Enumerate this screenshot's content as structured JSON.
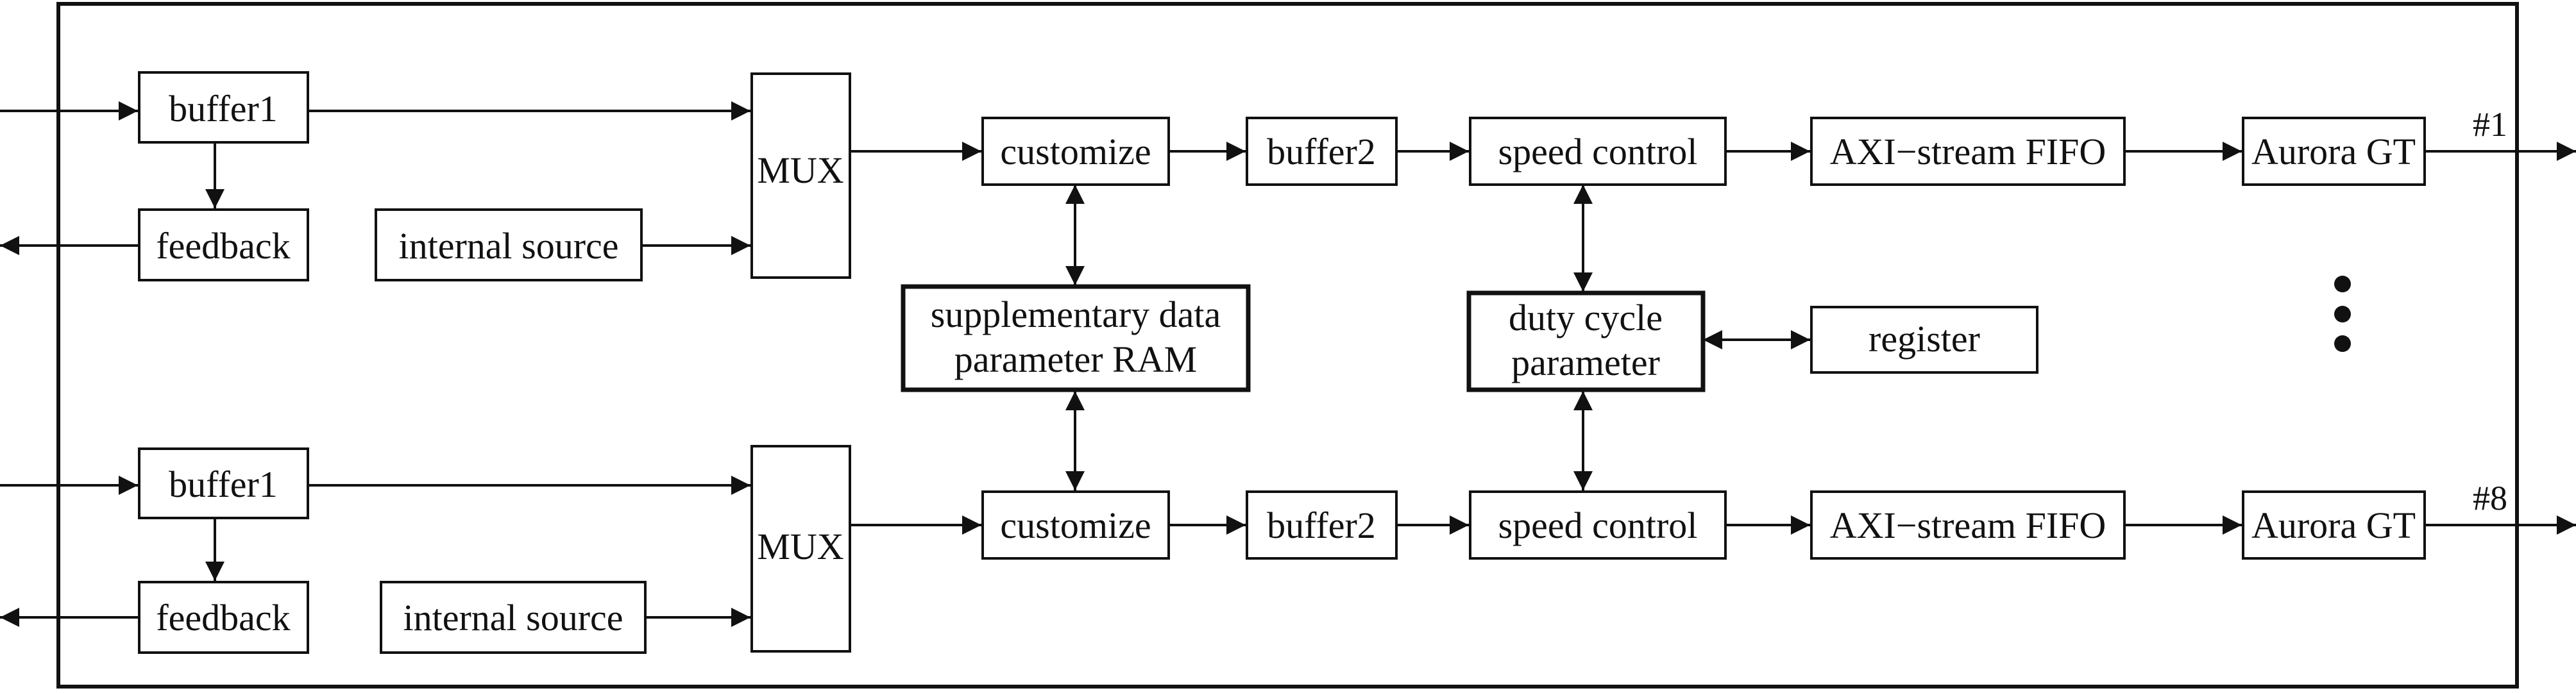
{
  "diagram": {
    "channels": [
      {
        "buffer1": "buffer1",
        "feedback": "feedback",
        "internal_source": "internal source",
        "mux": "MUX",
        "customize": "customize",
        "buffer2": "buffer2",
        "speed_control": "speed control",
        "fifo": "AXI−stream FIFO",
        "aurora": "Aurora GT",
        "output_label": "#1"
      },
      {
        "buffer1": "buffer1",
        "feedback": "feedback",
        "internal_source": "internal source",
        "mux": "MUX",
        "customize": "customize",
        "buffer2": "buffer2",
        "speed_control": "speed control",
        "fifo": "AXI−stream FIFO",
        "aurora": "Aurora GT",
        "output_label": "#8"
      }
    ],
    "supplementary_ram": [
      "supplementary data",
      "parameter RAM"
    ],
    "duty_cycle": [
      "duty cycle",
      "parameter"
    ],
    "register": "register"
  }
}
